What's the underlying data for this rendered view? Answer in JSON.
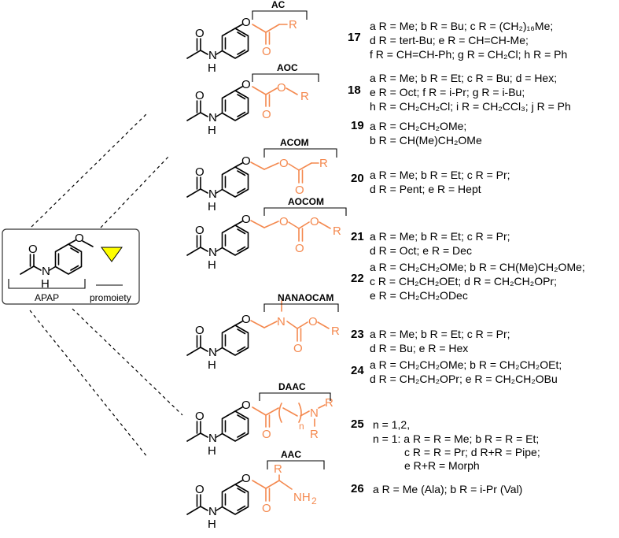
{
  "colors": {
    "promoiety": "#F4894F",
    "triangle": "#FFFF00",
    "bond": "#000000"
  },
  "apap_box": {
    "apap_label": "APAP",
    "promoiety_label": "promoiety"
  },
  "classes": [
    {
      "label": "AC"
    },
    {
      "label": "AOC"
    },
    {
      "label": "ACOM"
    },
    {
      "label": "AOCOM"
    },
    {
      "label": "NANAOCAM"
    },
    {
      "label": "DAAC"
    },
    {
      "label": "AAC"
    }
  ],
  "compounds": [
    {
      "num": "17",
      "lines": [
        "a R = Me; b R = Bu; c R = (CH₂)₁₆Me;",
        "d R = tert-Bu; e R = CH=CH-Me;",
        "f  R = CH=CH-Ph; g R = CH₂Cl; h R = Ph"
      ]
    },
    {
      "num": "18",
      "lines": [
        "a R = Me; b R = Et; c R = Bu; d = Hex;",
        "e R = Oct; f R = i-Pr; g R = i-Bu;",
        "h R = CH₂CH₂Cl; i R = CH₂CCl₃; j R = Ph"
      ]
    },
    {
      "num": "19",
      "lines": [
        "a R = CH₂CH₂OMe;",
        "b R = CH(Me)CH₂OMe"
      ]
    },
    {
      "num": "20",
      "lines": [
        "a R = Me; b R = Et; c R = Pr;",
        "d R = Pent; e R = Hept"
      ]
    },
    {
      "num": "21",
      "lines": [
        "a R = Me; b R = Et; c R = Pr;",
        "d R = Oct; e R = Dec"
      ]
    },
    {
      "num": "22",
      "lines": [
        "a R = CH₂CH₂OMe; b R = CH(Me)CH₂OMe;",
        "c R = CH₂CH₂OEt; d R = CH₂CH₂OPr;",
        "e R = CH₂CH₂ODec"
      ]
    },
    {
      "num": "23",
      "lines": [
        "a R = Me; b R = Et; c R = Pr;",
        "d R = Bu; e R = Hex"
      ]
    },
    {
      "num": "24",
      "lines": [
        "a R = CH₂CH₂OMe; b  R = CH₂CH₂OEt;",
        "d R = CH₂CH₂OPr; e R = CH₂CH₂OBu"
      ]
    },
    {
      "num": "25",
      "lines": [
        "n = 1,2,",
        "n = 1: a R = R = Me; b R = R = Et;",
        "c R = R = Pr; d R+R = Pipe;",
        "e R+R = Morph"
      ]
    },
    {
      "num": "26",
      "lines": [
        "a R = Me (Ala); b R = i-Pr (Val)"
      ]
    }
  ]
}
